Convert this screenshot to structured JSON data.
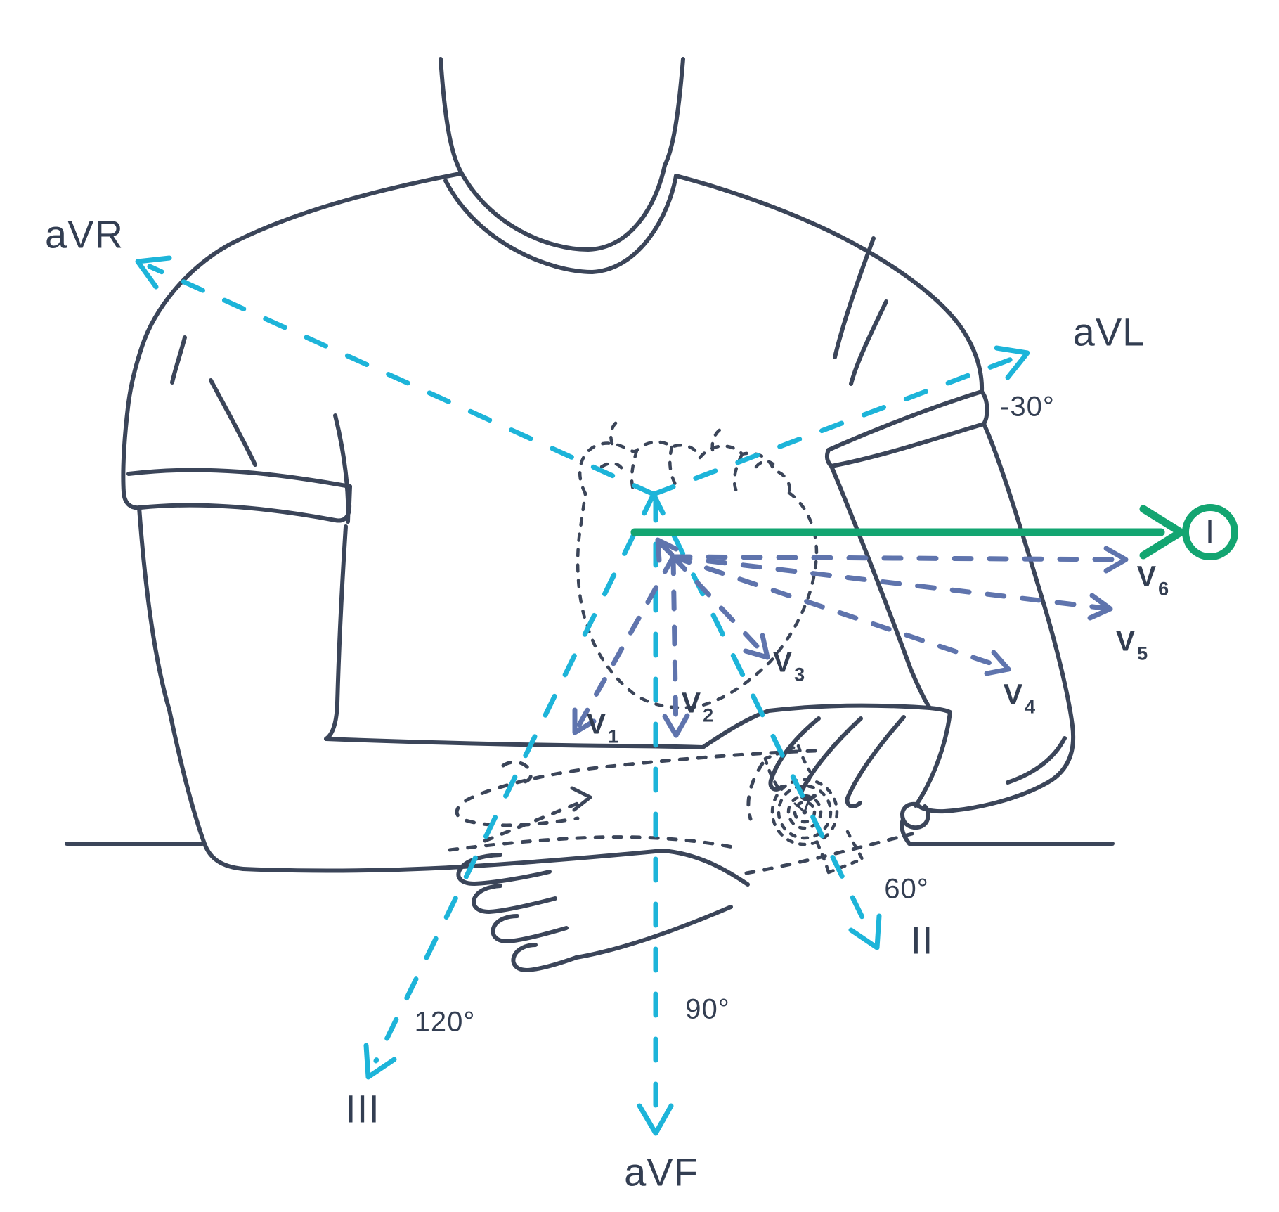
{
  "colors": {
    "outline": "#3b4559",
    "text": "#333e52",
    "limb_lead_cyan": "#1db4d9",
    "precordial_blue": "#5f74ad",
    "lead_i_green": "#13a571",
    "background": "#ffffff"
  },
  "limb_leads": [
    {
      "id": "aVR",
      "label": "aVR",
      "angle": ""
    },
    {
      "id": "aVL",
      "label": "aVL",
      "angle": "-30°"
    },
    {
      "id": "I",
      "label": "I",
      "angle": ""
    },
    {
      "id": "II",
      "label": "II",
      "angle": "60°"
    },
    {
      "id": "aVF",
      "label": "aVF",
      "angle": "90°"
    },
    {
      "id": "III",
      "label": "III",
      "angle": "120°"
    }
  ],
  "precordial_leads": [
    {
      "label": "V",
      "subscript": "1"
    },
    {
      "label": "V",
      "subscript": "2"
    },
    {
      "label": "V",
      "subscript": "3"
    },
    {
      "label": "V",
      "subscript": "4"
    },
    {
      "label": "V",
      "subscript": "5"
    },
    {
      "label": "V",
      "subscript": "6"
    }
  ],
  "icons": {
    "heart": "heart-sketch-icon",
    "watch": "smartwatch-icon",
    "body": "person-torso-outline",
    "lead_i_badge": "lead-i-circle-badge"
  }
}
